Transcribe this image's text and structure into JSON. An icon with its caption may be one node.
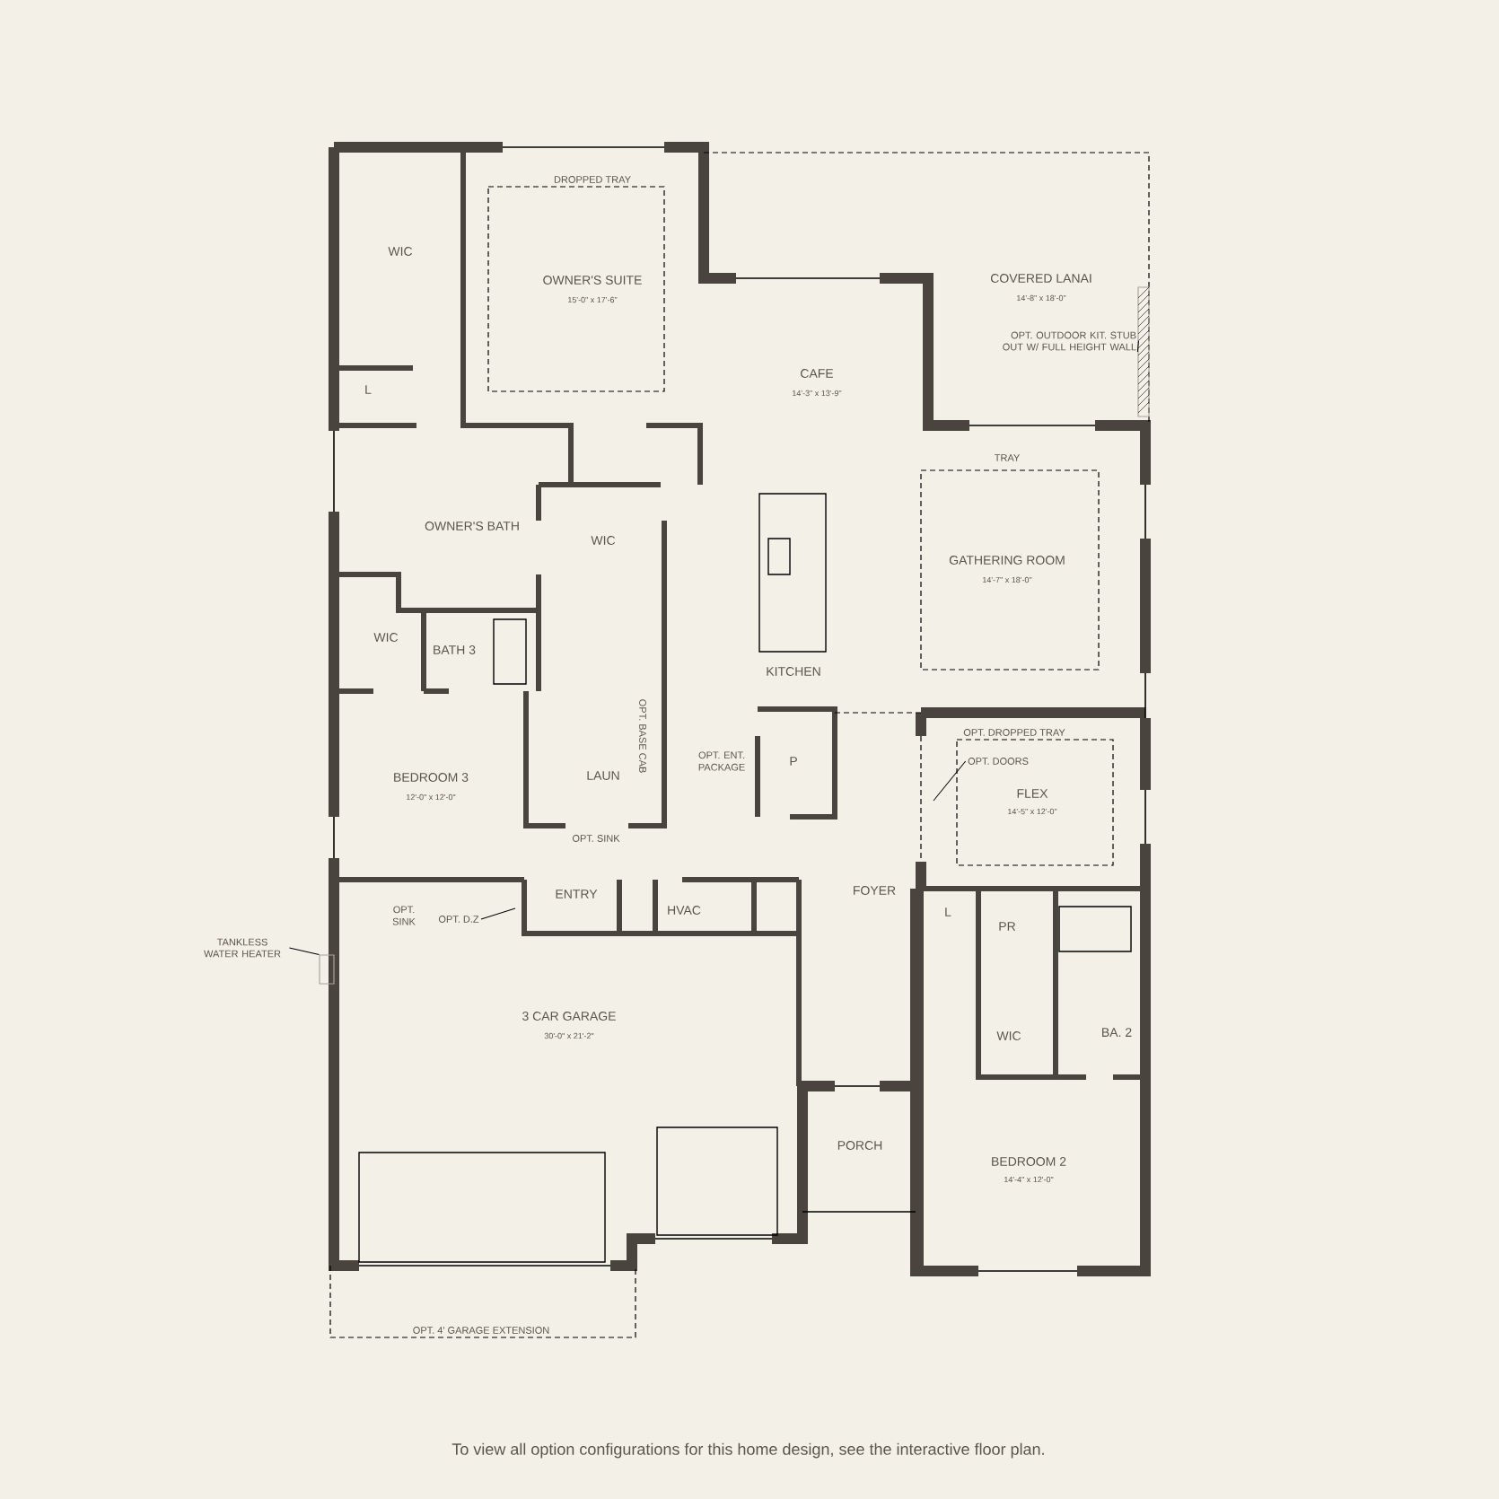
{
  "diagram": {
    "caption": "To view all option configurations for this home design, see the interactive floor plan.",
    "nodes": [
      {
        "text": [
          "TANKLESS WATER HEATER"
        ]
      },
      {
        "text": [],
        "shape": "box"
      },
      {
        "text": [
          "OPT. OUTDOOR KIT. STUB OUT W/ FULL HEIGHT WALL"
        ]
      },
      {
        "text": [],
        "shape": "box"
      },
      {
        "text": [
          "OPT. D.Z"
        ]
      },
      {
        "text": [
          "OPT. DOORS"
        ]
      }
    ],
    "edges": [
      {
        "from": 0,
        "to": 1,
        "arrow": "none"
      },
      {
        "from": 2,
        "to": 3,
        "arrow": "none"
      },
      {
        "from": 4,
        "to": null,
        "arrow": "none"
      },
      {
        "from": 5,
        "to": null,
        "arrow": "none"
      }
    ],
    "labels": [
      "DROPPED TRAY",
      "WIC",
      "OWNER'S SUITE",
      "15'-0\" x 17'-6\"",
      "COVERED LANAI",
      "14'-8\" x 18'-0\"",
      "L",
      "CAFE",
      "14'-3\" x 13'-9\"",
      "TRAY",
      "OWNER'S BATH",
      "WIC",
      "GATHERING ROOM",
      "14'-7\" x 18'-0\"",
      "WIC",
      "BATH 3",
      "KITCHEN",
      "OPT. BASE CAB",
      "OPT. DROPPED TRAY",
      "LAUN",
      "OPT. ENT. PACKAGE",
      "P",
      "BEDROOM 3",
      "12'-0\" x 12'-0\"",
      "FLEX",
      "14'-5\" x 12'-0\"",
      "OPT. SINK",
      "FOYER",
      "ENTRY",
      "HVAC",
      "L",
      "PR",
      "OPT. SINK",
      "3 CAR GARAGE",
      "30'-0\" x 21'-2\"",
      "WIC",
      "BA. 2",
      "PORCH",
      "BEDROOM 2",
      "14'-4\" x 12'-0\"",
      "OPT. 4' GARAGE EXTENSION"
    ]
  }
}
